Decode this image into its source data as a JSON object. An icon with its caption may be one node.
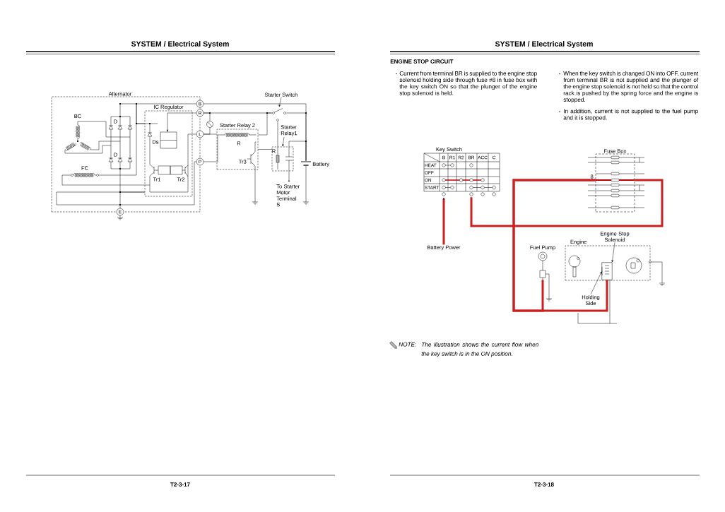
{
  "diagram": {
    "nodes": [
      {
        "text": [
          "Alternator"
        ]
      },
      {
        "text": [
          "IC Regulator"
        ],
        "in": 0
      },
      {
        "text": [
          "B"
        ]
      },
      {
        "text": [
          "R"
        ]
      },
      {
        "text": [
          "L"
        ]
      },
      {
        "text": [
          "P"
        ]
      },
      {
        "text": [
          "E"
        ]
      },
      {
        "text": [],
        "shape": "circle"
      },
      {
        "text": [
          "Starter Relay 2",
          "R"
        ]
      },
      {
        "text": [
          "R"
        ]
      },
      {
        "text": [
          "Starter Relay1"
        ]
      },
      {
        "text": [
          "Starter Switch"
        ]
      },
      {
        "text": [
          "Key Switch",
          "B",
          "R1",
          "R2",
          "BR",
          "ACC",
          "C",
          "HEAT",
          "OFF",
          "ON",
          "START"
        ]
      },
      {
        "text": [
          "Fuse Box"
        ],
        "beside": [
          "8"
        ]
      },
      {
        "text": [
          "Battery Power"
        ]
      },
      {
        "text": [
          "Fuel Pump"
        ]
      },
      {
        "text": [
          "Engine"
        ]
      },
      {
        "text": [],
        "shape": "picture",
        "in": 16
      },
      {
        "text": [
          "Engine Stop Solenoid"
        ]
      },
      {
        "text": [
          "Holding Side"
        ]
      },
      {
        "text": [],
        "shape": "switch"
      },
      {
        "text": [],
        "shape": "battery",
        "beside": [
          "Battery"
        ]
      }
    ],
    "edges": [
      {
        "from": 11,
        "to": 20,
        "arrow": "to"
      },
      {
        "from": 10,
        "to": 9,
        "arrow": "to"
      },
      {
        "from": 3,
        "to": 7,
        "arrow": "none"
      },
      {
        "from": 7,
        "to": 4,
        "arrow": "none"
      },
      {
        "from": 4,
        "to": 8,
        "arrow": "none"
      },
      {
        "from": 5,
        "to": 8,
        "arrow": "none"
      },
      {
        "from": 8,
        "to": 9,
        "arrow": "none"
      },
      {
        "from": 14,
        "to": 12,
        "arrow": "to",
        "style": "thick",
        "color": "#cc2020"
      },
      {
        "from": 12,
        "to": 13,
        "arrow": "none",
        "style": "thick",
        "color": "#cc2020"
      },
      {
        "from": 13,
        "to": 17,
        "arrow": "none",
        "style": "thick",
        "color": "#cc2020"
      },
      {
        "from": 13,
        "to": 15,
        "arrow": "none",
        "style": "thick",
        "color": "#cc2020"
      },
      {
        "from": 18,
        "to": 17,
        "arrow": "to"
      },
      {
        "from": 19,
        "to": 17,
        "arrow": "to"
      },
      {
        "from": 3,
        "to": 20,
        "arrow": "none"
      },
      {
        "from": 20,
        "to": 21,
        "arrow": "none"
      },
      {
        "from": 2,
        "to": 21,
        "arrow": "none"
      },
      {
        "from": 20,
        "to": 9,
        "arrow": "none"
      },
      {
        "from": 9,
        "to": 21,
        "arrow": "none"
      },
      {
        "from": 3,
        "to": 1,
        "arrow": "to"
      },
      {
        "from": 1,
        "to": 6,
        "arrow": "none"
      },
      {
        "from": 5,
        "to": 1,
        "arrow": "none"
      },
      {
        "from": 8,
        "to": 20,
        "arrow": "none"
      },
      {
        "from": 17,
        "to": null,
        "arrow": "none"
      },
      {
        "from": 4,
        "to": 1,
        "arrow": "none"
      },
      {
        "from": 2,
        "to": 1,
        "arrow": "none"
      }
    ],
    "labels": [
      "SYSTEM / Electrical System",
      "BC",
      "D",
      "Ds",
      "D",
      "FC",
      "Tr1",
      "Tr2",
      "Tr3",
      "To Starter Motor Terminal S",
      "T2-3-17",
      "SYSTEM / Electrical System",
      "ENGINE STOP CIRCUIT",
      "Current from terminal BR is supplied to the engine stop solenoid holding side through fuse #8 in fuse box with the key switch ON so that the plunger of the engine stop solenoid is held.",
      "When the key switch is changed ON into OFF, current from terminal BR is not supplied and the plunger of the engine stop solenoid is not held so that the control rack is pushed by the spring force and the engine is stopped.",
      "In addition, current is not supplied to the fuel pump and it is stopped.",
      "NOTE:",
      "The illustration shows the current flow when the key switch is in the ON position.",
      "T2-3-18"
    ]
  }
}
